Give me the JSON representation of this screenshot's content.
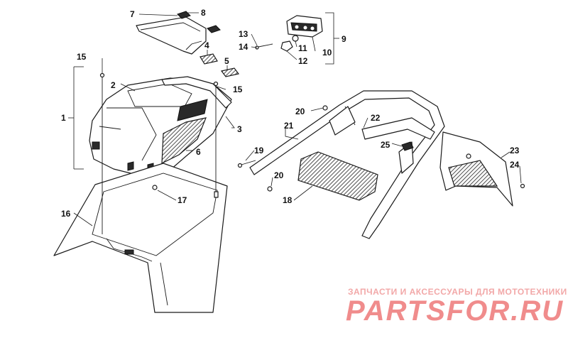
{
  "callouts": [
    {
      "id": "c1",
      "label": "1"
    },
    {
      "id": "c2",
      "label": "2"
    },
    {
      "id": "c3",
      "label": "3"
    },
    {
      "id": "c4",
      "label": "4"
    },
    {
      "id": "c5",
      "label": "5"
    },
    {
      "id": "c6",
      "label": "6"
    },
    {
      "id": "c7",
      "label": "7"
    },
    {
      "id": "c8",
      "label": "8"
    },
    {
      "id": "c9",
      "label": "9"
    },
    {
      "id": "c10",
      "label": "10"
    },
    {
      "id": "c11",
      "label": "11"
    },
    {
      "id": "c12",
      "label": "12"
    },
    {
      "id": "c13",
      "label": "13"
    },
    {
      "id": "c14",
      "label": "14"
    },
    {
      "id": "c15a",
      "label": "15"
    },
    {
      "id": "c15b",
      "label": "15"
    },
    {
      "id": "c16",
      "label": "16"
    },
    {
      "id": "c17",
      "label": "17"
    },
    {
      "id": "c18",
      "label": "18"
    },
    {
      "id": "c19",
      "label": "19"
    },
    {
      "id": "c20a",
      "label": "20"
    },
    {
      "id": "c20b",
      "label": "20"
    },
    {
      "id": "c21",
      "label": "21"
    },
    {
      "id": "c22",
      "label": "22"
    },
    {
      "id": "c23",
      "label": "23"
    },
    {
      "id": "c24",
      "label": "24"
    },
    {
      "id": "c25",
      "label": "25"
    }
  ],
  "watermark": {
    "line1": "ЗАПЧАСТИ И АКСЕССУАРЫ ДЛЯ МОТОТЕХНИКИ",
    "line2": "PARTSFOR.RU"
  }
}
